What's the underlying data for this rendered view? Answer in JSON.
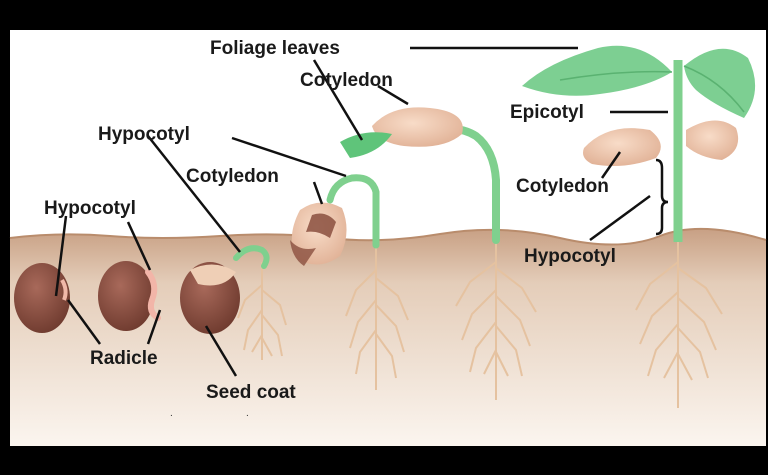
{
  "labels": {
    "foliage_leaves": "Foliage leaves",
    "cotyledon_top": "Cotyledon",
    "hypocotyl_mid": "Hypocotyl",
    "cotyledon_mid": "Cotyledon",
    "hypocotyl_left": "Hypocotyl",
    "radicle": "Radicle",
    "seed_coat": "Seed coat",
    "epicotyl": "Epicotyl",
    "cotyledon_right": "Cotyledon",
    "hypocotyl_right": "Hypocotyl"
  },
  "colors": {
    "soil_top": "#c8a084",
    "soil_bottom": "#f6ece2",
    "sky": "#ffffff",
    "seed": "#8a4f3e",
    "stem": "#7fd08e",
    "root": "#e9c9a6",
    "leaf": "#7dcf92",
    "cotyledon": "#f0c8ad"
  }
}
